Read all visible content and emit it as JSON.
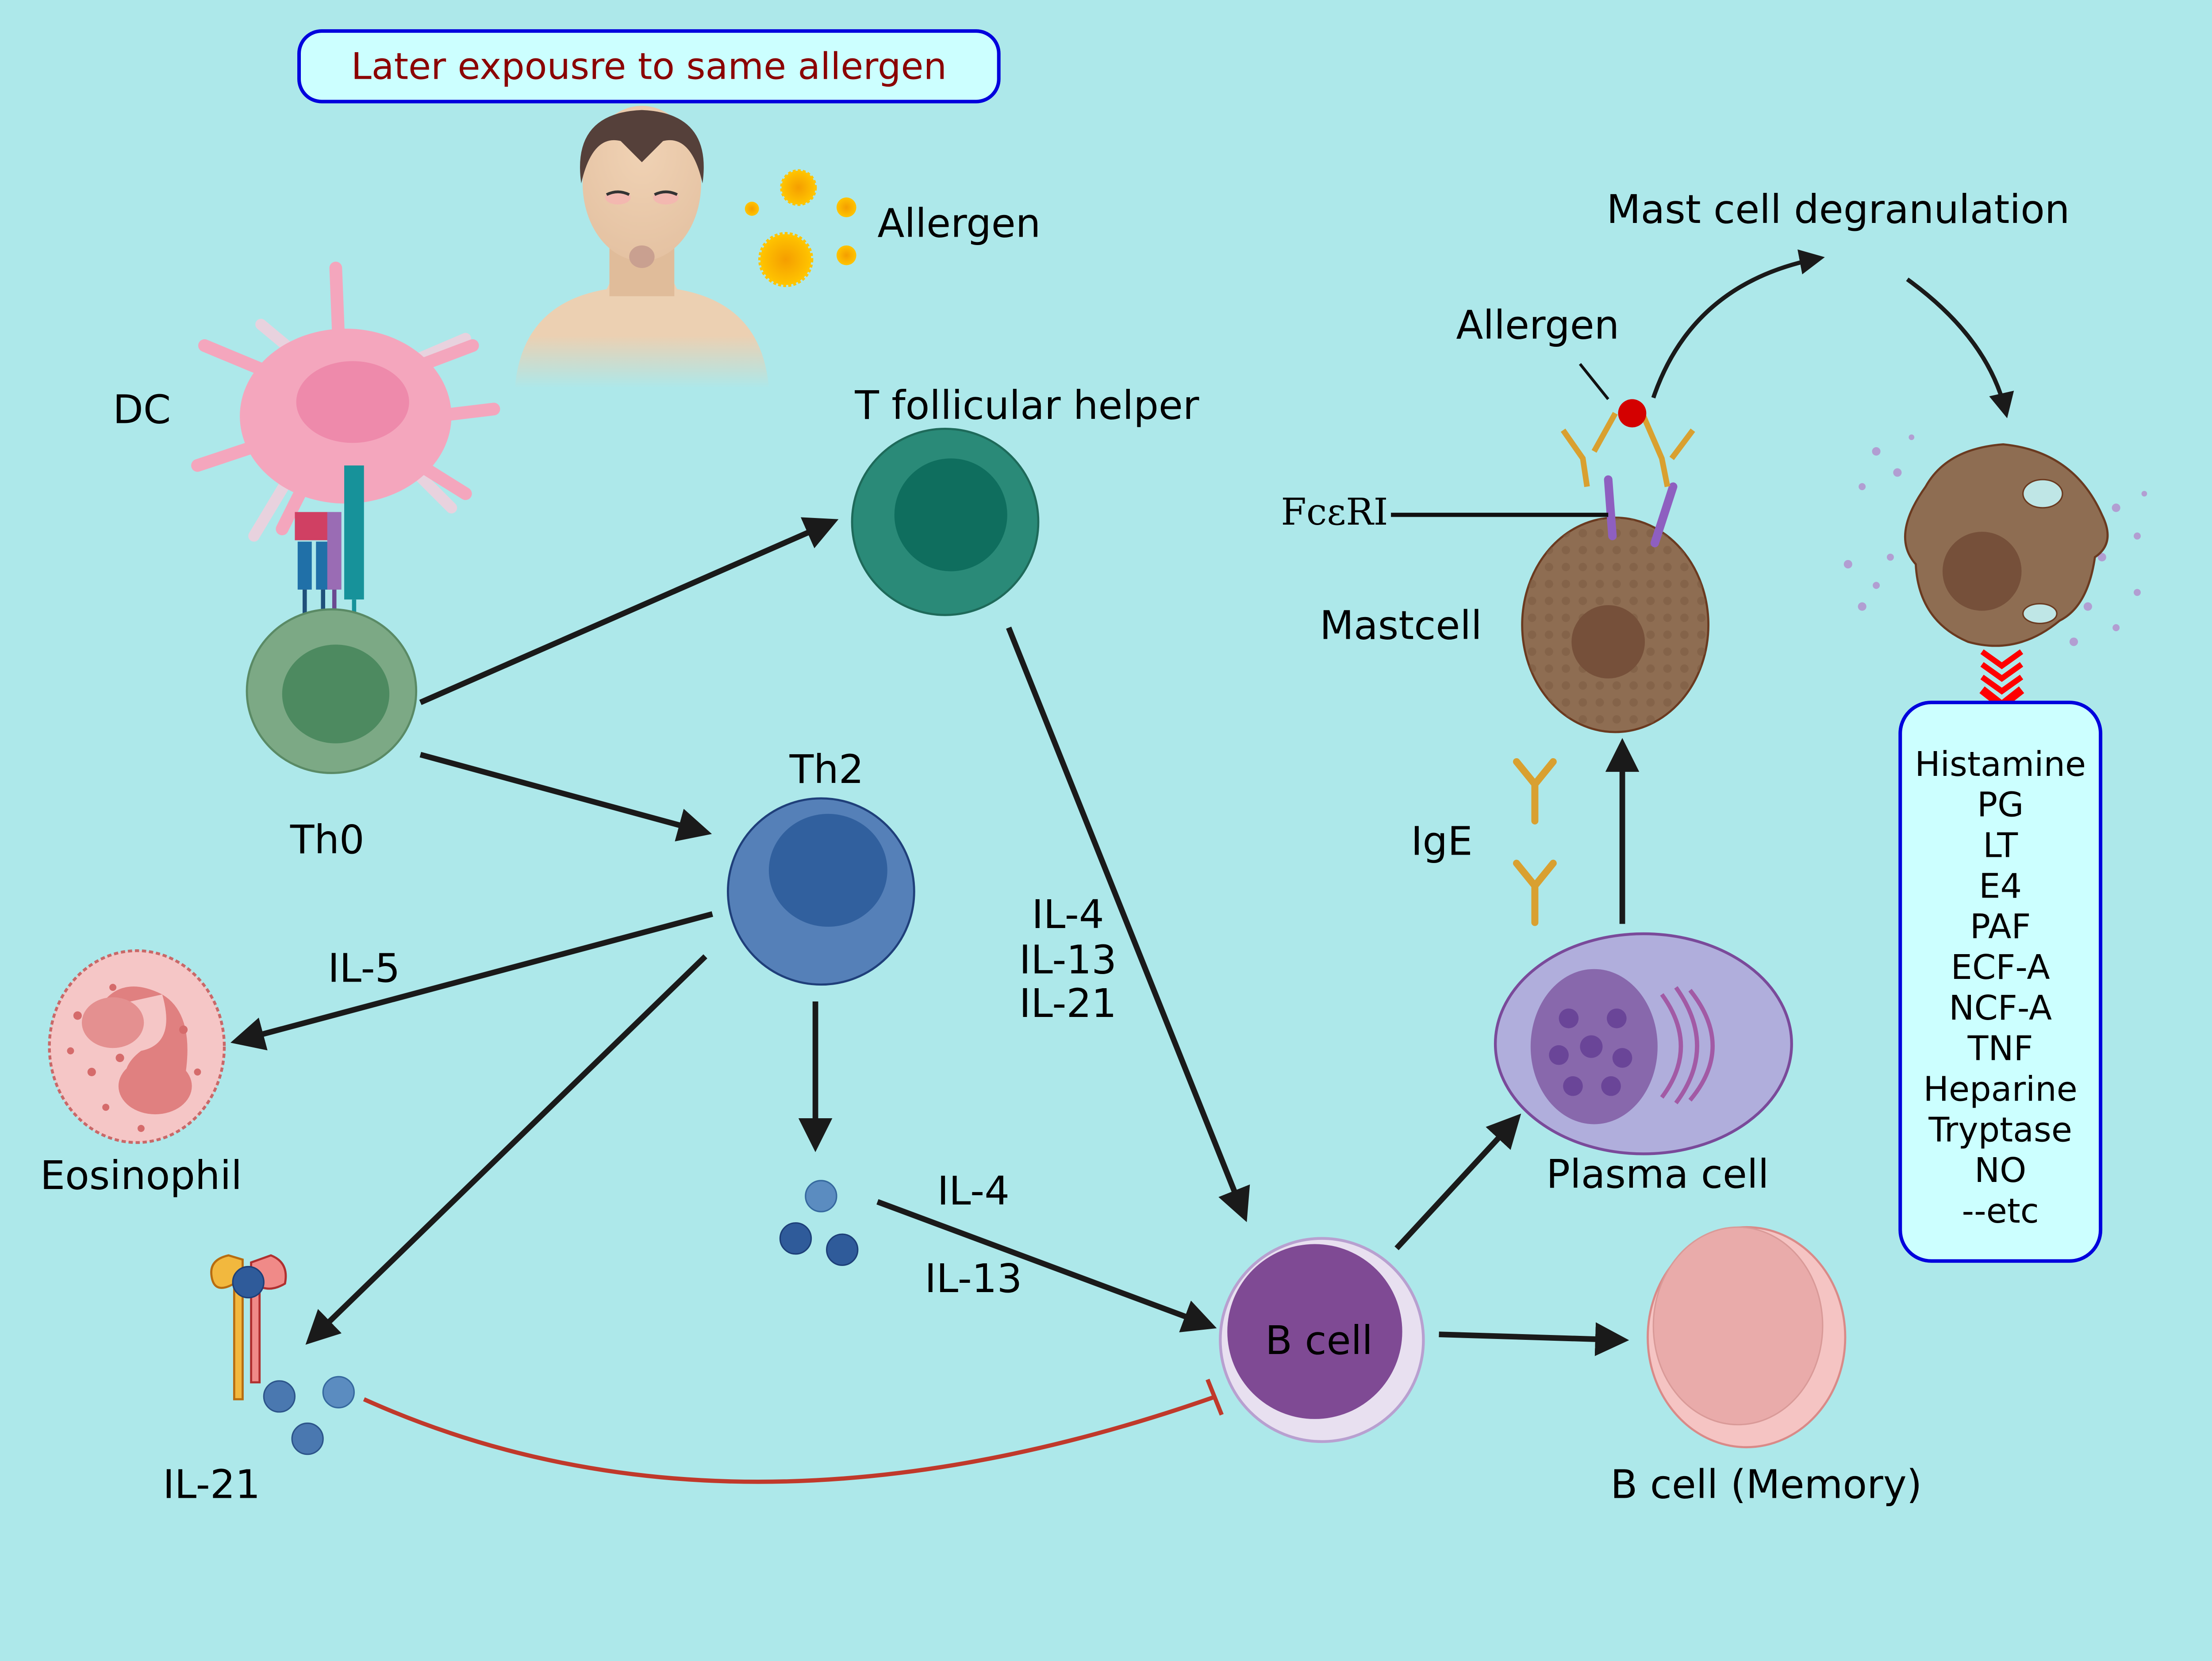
{
  "title": {
    "text": "Later expousre to same allergen",
    "text_color": "#8b0000",
    "border_color": "#0000dd",
    "fill_color": "#ccffff"
  },
  "background_color": "#ade8ea",
  "labels": {
    "allergen_top": "Allergen",
    "dc": "DC",
    "th0": "Th0",
    "tfh": "T follicular helper",
    "th2": "Th2",
    "il5": "IL-5",
    "eosinophil": "Eosinophil",
    "tfh_cytokines": [
      "IL-4",
      "IL-13",
      "IL-21"
    ],
    "il4": "IL-4",
    "il13": "IL-13",
    "il21": "IL-21",
    "b_cell": "B cell",
    "b_cell_memory": "B cell (Memory)",
    "plasma_cell": "Plasma cell",
    "ige": "IgE",
    "mast_cell": "Mastcell",
    "fceri": "FcεRI",
    "allergen_mast": "Allergen",
    "degranulation": "Mast cell degranulation"
  },
  "mediators": {
    "items": [
      "Histamine",
      "PG",
      "LT",
      "E4",
      "PAF",
      "ECF-A",
      "NCF-A",
      "TNF",
      "Heparine",
      "Tryptase",
      "NO",
      "--etc"
    ],
    "border_color": "#0000dd",
    "fill_color": "#ccffff",
    "chevron_color": "#ff0000"
  },
  "colors": {
    "dc": "#f4a6bd",
    "th0": "#7ca985",
    "tfh": "#2a8a78",
    "th2": "#5580b8",
    "b_cell": "#7f4a94",
    "memory_b": "#f5c4c3",
    "plasma": "#b0aedc",
    "mast": "#8e6d52",
    "inhibition": "#c0392b",
    "allergen_dot": "#d40000",
    "ige": "#d9a030",
    "receptor": "#8e5fc0"
  }
}
